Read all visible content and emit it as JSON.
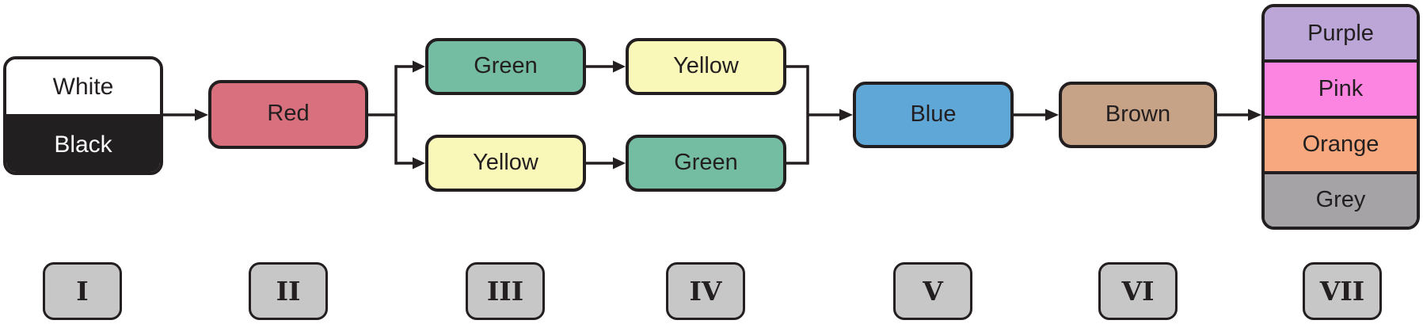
{
  "diagram": {
    "title": "color-stage-flowchart",
    "nodes": {
      "stage1": {
        "parts": [
          {
            "label": "White",
            "bg": "#ffffff",
            "fg": "#231f20"
          },
          {
            "label": "Black",
            "bg": "#221f20",
            "fg": "#ffffff"
          }
        ]
      },
      "stage2": {
        "label": "Red",
        "bg": "#d8707e"
      },
      "stage3_top": {
        "label": "Green",
        "bg": "#74bda2"
      },
      "stage3_bottom": {
        "label": "Yellow",
        "bg": "#f9f8b8"
      },
      "stage4_top": {
        "label": "Yellow",
        "bg": "#f9f8b8"
      },
      "stage4_bottom": {
        "label": "Green",
        "bg": "#74bda2"
      },
      "stage5": {
        "label": "Blue",
        "bg": "#5fa7d7"
      },
      "stage6": {
        "label": "Brown",
        "bg": "#c6a286"
      },
      "stage7": {
        "parts": [
          {
            "label": "Purple",
            "bg": "#bba6d7",
            "fg": "#231f20"
          },
          {
            "label": "Pink",
            "bg": "#fb85e0",
            "fg": "#231f20"
          },
          {
            "label": "Orange",
            "bg": "#f8a87e",
            "fg": "#231f20"
          },
          {
            "label": "Grey",
            "bg": "#a6a3a6",
            "fg": "#231f20"
          }
        ]
      }
    },
    "stage_labels": [
      "I",
      "II",
      "III",
      "IV",
      "V",
      "VI",
      "VII"
    ],
    "colors": {
      "line": "#231f20",
      "badge_bg": "#c7c7c7",
      "canvas_bg": "#ffffff"
    }
  }
}
